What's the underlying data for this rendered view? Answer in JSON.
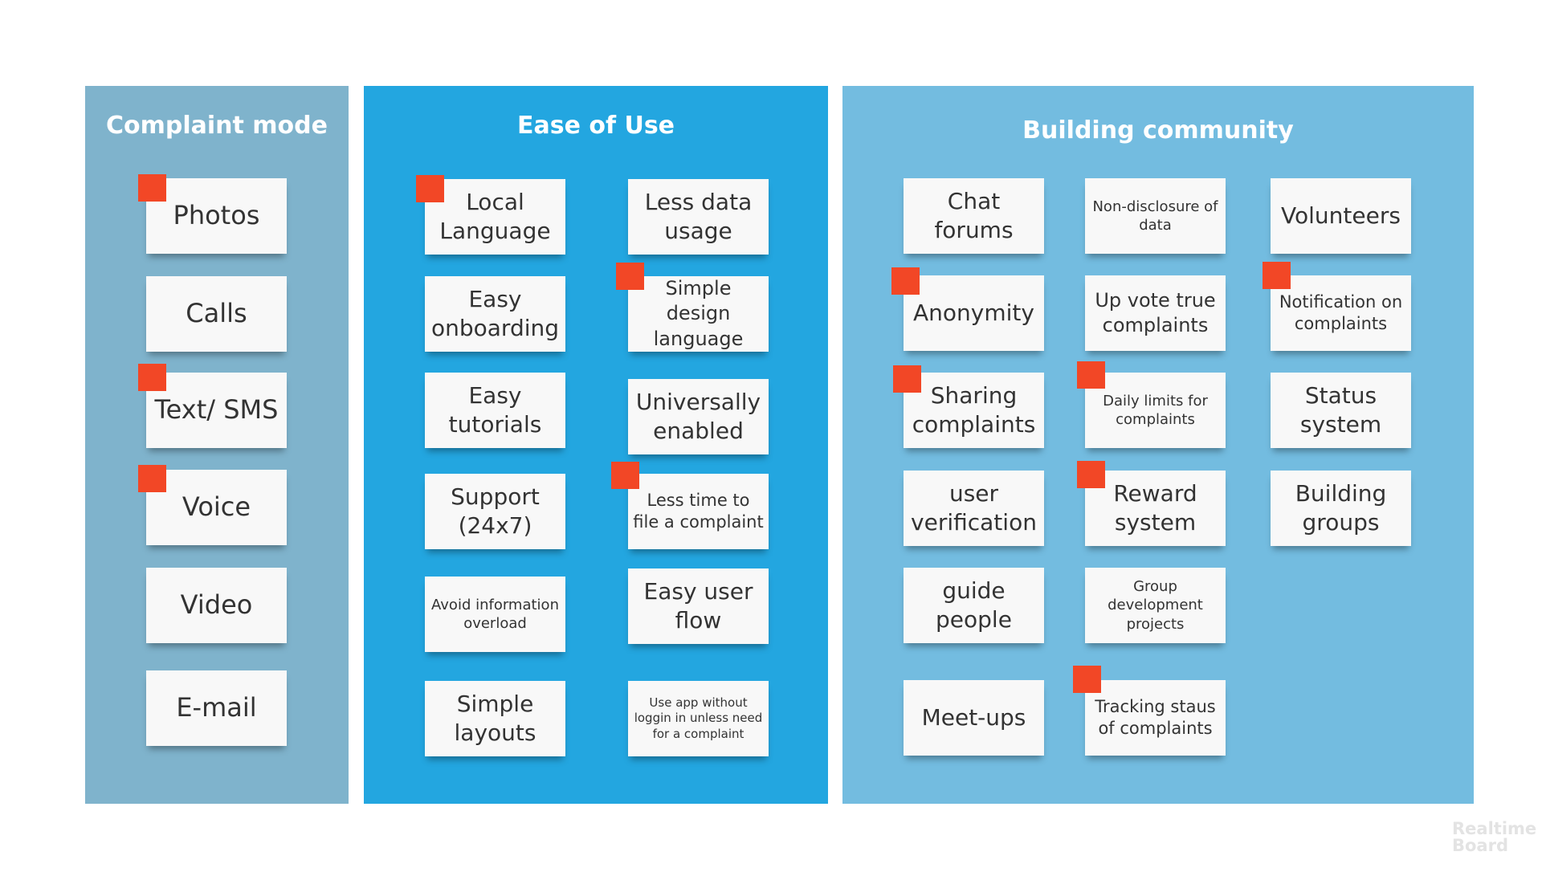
{
  "columns": [
    {
      "title": "Complaint mode",
      "color": "#7fb3cc",
      "notes": [
        "Photos",
        "Calls",
        "Text/ SMS",
        "Voice",
        "Video",
        "E-mail"
      ]
    },
    {
      "title": "Ease of Use",
      "color": "#23a6e0",
      "notes": [
        "Local Language",
        "Less data usage",
        "Easy onboarding",
        "Simple design language",
        "Easy tutorials",
        "Universally enabled",
        "Support (24x7)",
        "Less time to file a complaint",
        "Avoid information overload",
        "Easy user flow",
        "Simple layouts",
        "Use app without loggin in unless need for a complaint"
      ]
    },
    {
      "title": "Building community",
      "color": "#73bce0",
      "notes": [
        "Chat forums",
        "Non-disclosure of data",
        "Volunteers",
        "Anonymity",
        "Up vote true complaints",
        "Notification on complaints",
        "Sharing complaints",
        "Daily limits for complaints",
        "Status system",
        "user verification",
        "Reward system",
        "Building groups",
        "guide people",
        "Group development projects",
        "Meet-ups",
        "Tracking staus of complaints"
      ]
    }
  ],
  "flag_color": "#f24726",
  "logo": {
    "line1": "Realtime",
    "line2": "Board"
  }
}
